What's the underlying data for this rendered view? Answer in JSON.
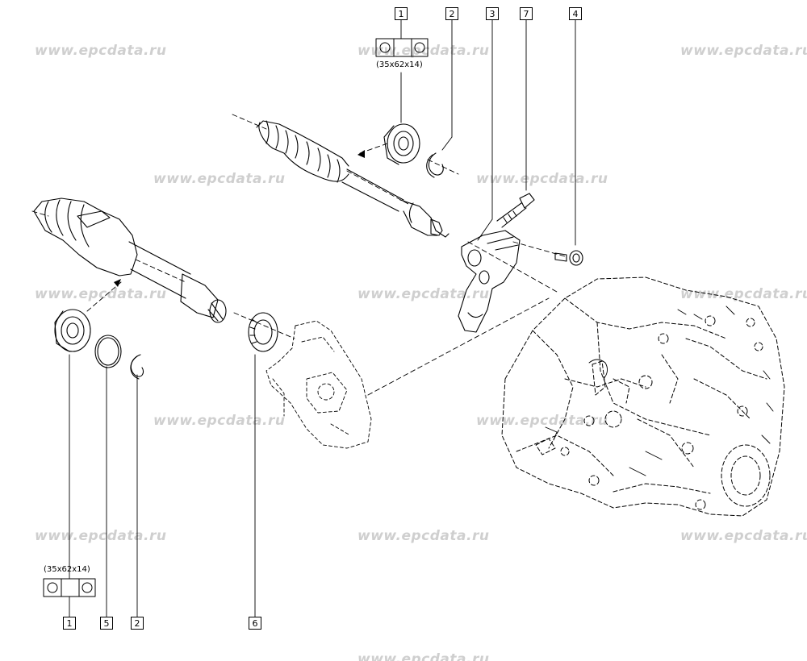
{
  "watermark": {
    "text": "www.epcdata.ru"
  },
  "callouts": {
    "c1_top": "1",
    "c2_top": "2",
    "c3_top": "3",
    "c7_top": "7",
    "c4_top": "4",
    "c1_bottom": "1",
    "c5_bottom": "5",
    "c2_bottom": "2",
    "c6_bottom": "6"
  },
  "bearing_spec": {
    "top": "(35x62x14)",
    "bottom": "(35x62x14)"
  },
  "colors": {
    "line": "#000000",
    "watermark": "#cfcfcf"
  }
}
